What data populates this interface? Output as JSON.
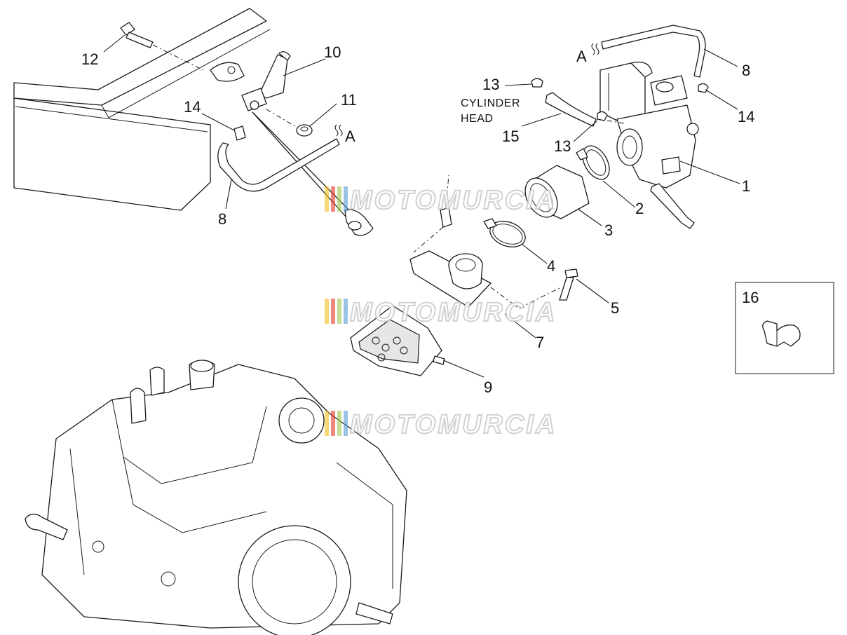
{
  "diagram": {
    "callouts": [
      {
        "id": "1",
        "text": "1"
      },
      {
        "id": "2",
        "text": "2"
      },
      {
        "id": "3",
        "text": "3"
      },
      {
        "id": "4",
        "text": "4"
      },
      {
        "id": "5",
        "text": "5"
      },
      {
        "id": "7",
        "text": "7"
      },
      {
        "id": "8a",
        "text": "8"
      },
      {
        "id": "8b",
        "text": "8"
      },
      {
        "id": "9",
        "text": "9"
      },
      {
        "id": "10",
        "text": "10"
      },
      {
        "id": "11",
        "text": "11"
      },
      {
        "id": "12",
        "text": "12"
      },
      {
        "id": "13a",
        "text": "13"
      },
      {
        "id": "13b",
        "text": "13"
      },
      {
        "id": "14a",
        "text": "14"
      },
      {
        "id": "14b",
        "text": "14"
      },
      {
        "id": "15",
        "text": "15"
      },
      {
        "id": "16",
        "text": "16"
      }
    ],
    "markers": [
      {
        "id": "A-left",
        "text": "A"
      },
      {
        "id": "A-right",
        "text": "A"
      }
    ],
    "note": {
      "line1": "CYLINDER",
      "line2": "HEAD"
    },
    "watermark": {
      "text": "MOTOMURCIA",
      "stripe_colors": [
        "#f2c21b",
        "#e8392b",
        "#9fc54a",
        "#5a9bd4"
      ]
    }
  }
}
